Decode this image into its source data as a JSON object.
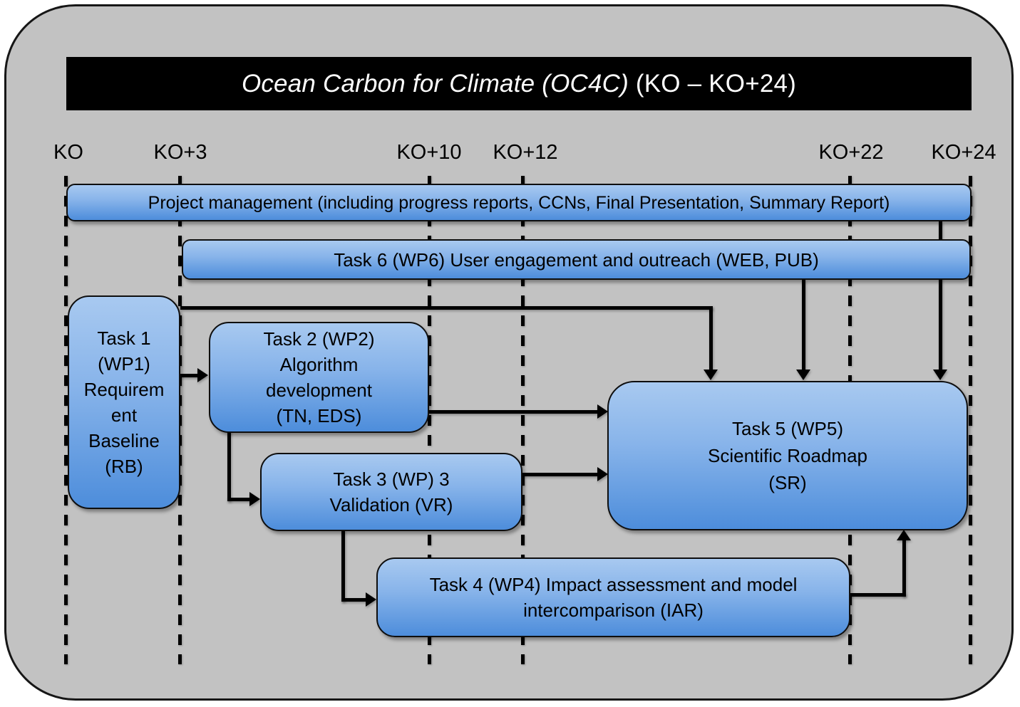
{
  "title": {
    "italic_part": "Ocean Carbon for Climate (OC4C)",
    "plain_part": " (KO – KO+24)"
  },
  "timeline_labels": [
    "KO",
    "KO+3",
    "KO+10",
    "KO+12",
    "KO+22",
    "KO+24"
  ],
  "boxes": {
    "project_management": {
      "label": "Project management (including progress reports, CCNs, Final Presentation, Summary Report)"
    },
    "task6": {
      "label": "Task 6 (WP6) User engagement and outreach (WEB, PUB)"
    },
    "task1": {
      "lines": [
        "Task 1",
        "(WP1)",
        "Requirem",
        "ent",
        "Baseline",
        "(RB)"
      ]
    },
    "task2": {
      "lines": [
        "Task 2 (WP2)",
        "Algorithm",
        "development",
        "(TN, EDS)"
      ]
    },
    "task3": {
      "lines": [
        "Task 3 (WP) 3",
        "Validation (VR)"
      ]
    },
    "task4": {
      "lines": [
        "Task 4 (WP4) Impact assessment and model",
        "intercomparison (IAR)"
      ]
    },
    "task5": {
      "lines": [
        "Task 5 (WP5)",
        "Scientific Roadmap",
        "(SR)"
      ]
    }
  },
  "colors": {
    "background": "#c2c2c2",
    "title_bar": "#000000",
    "title_text": "#ffffff",
    "box_gradient_top": "#a8c9f0",
    "box_gradient_bottom": "#4d8ddb",
    "line_color": "#000000",
    "text_color": "#000000"
  }
}
